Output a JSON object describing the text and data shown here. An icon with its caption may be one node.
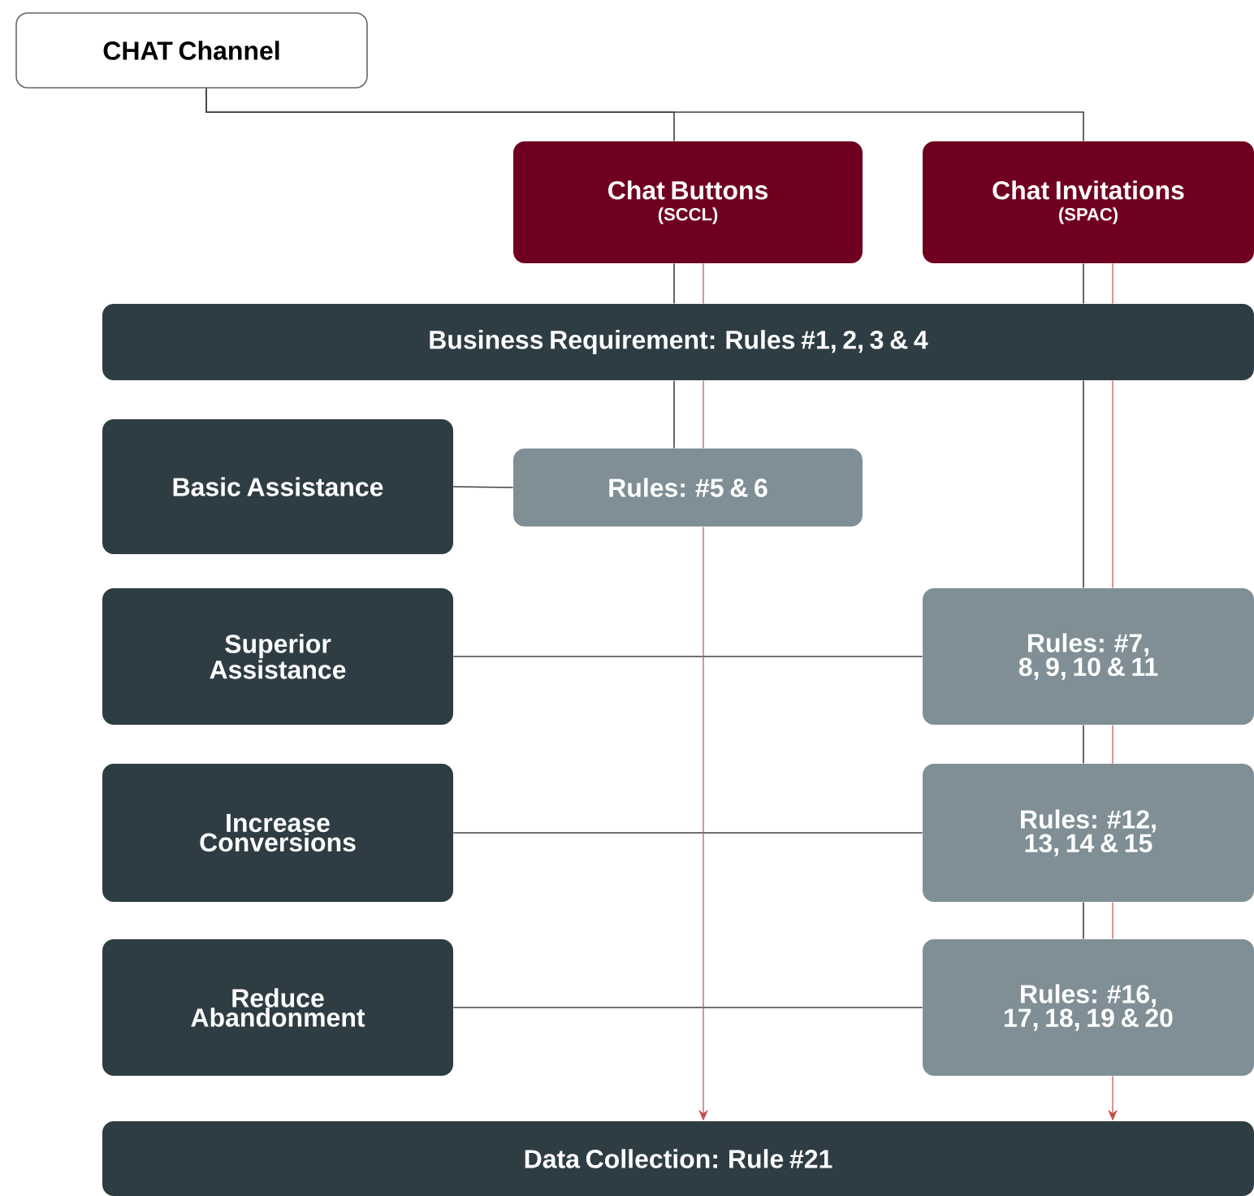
{
  "diagram": {
    "nodes": [
      {
        "text": [
          "CHAT Channel"
        ]
      },
      {
        "text": [
          "Chat Buttons",
          "(SCCL)"
        ]
      },
      {
        "text": [
          "Chat Invitations",
          "(SPAC)"
        ]
      },
      {
        "text": [
          "Business Requirement: Rules #1, 2, 3 & 4"
        ]
      },
      {
        "text": [
          "Basic Assistance"
        ]
      },
      {
        "text": [
          "Rules: #5 & 6"
        ]
      },
      {
        "text": [
          "Superior Assistance"
        ]
      },
      {
        "text": [
          "Rules: #7, 8, 9, 10 & 11"
        ]
      },
      {
        "text": [
          "Increase Conversions"
        ]
      },
      {
        "text": [
          "Rules: #12, 13, 14 & 15"
        ]
      },
      {
        "text": [
          "Reduce Abandonment"
        ]
      },
      {
        "text": [
          "Rules: #16, 17, 18, 19 & 20"
        ]
      },
      {
        "text": [
          "Data Collection: Rule #21"
        ]
      }
    ],
    "edges": [
      {
        "from": 0,
        "to": 1,
        "arrow": "none"
      },
      {
        "from": 0,
        "to": 2,
        "arrow": "none"
      },
      {
        "from": 1,
        "to": 3,
        "arrow": "none"
      },
      {
        "from": 3,
        "to": 5,
        "arrow": "none"
      },
      {
        "from": 2,
        "to": 3,
        "arrow": "none"
      },
      {
        "from": 3,
        "to": 7,
        "arrow": "none"
      },
      {
        "from": 7,
        "to": 9,
        "arrow": "none"
      },
      {
        "from": 9,
        "to": 11,
        "arrow": "none"
      },
      {
        "from": 4,
        "to": 5,
        "arrow": "none"
      },
      {
        "from": 6,
        "to": 7,
        "arrow": "none"
      },
      {
        "from": 8,
        "to": 9,
        "arrow": "none"
      },
      {
        "from": 10,
        "to": 11,
        "arrow": "none"
      },
      {
        "from": 1,
        "to": 3,
        "arrow": "none",
        "color": "#c0504d"
      },
      {
        "from": 3,
        "to": 5,
        "arrow": "none",
        "color": "#c0504d"
      },
      {
        "from": 5,
        "to": 12,
        "arrow": "to",
        "color": "#c0504d"
      },
      {
        "from": 2,
        "to": 3,
        "arrow": "none",
        "color": "#c0504d"
      },
      {
        "from": 3,
        "to": 7,
        "arrow": "none",
        "color": "#c0504d"
      },
      {
        "from": 7,
        "to": 9,
        "arrow": "none",
        "color": "#c0504d"
      },
      {
        "from": 9,
        "to": 11,
        "arrow": "none",
        "color": "#c0504d"
      },
      {
        "from": 11,
        "to": 12,
        "arrow": "to",
        "color": "#c0504d"
      }
    ]
  }
}
